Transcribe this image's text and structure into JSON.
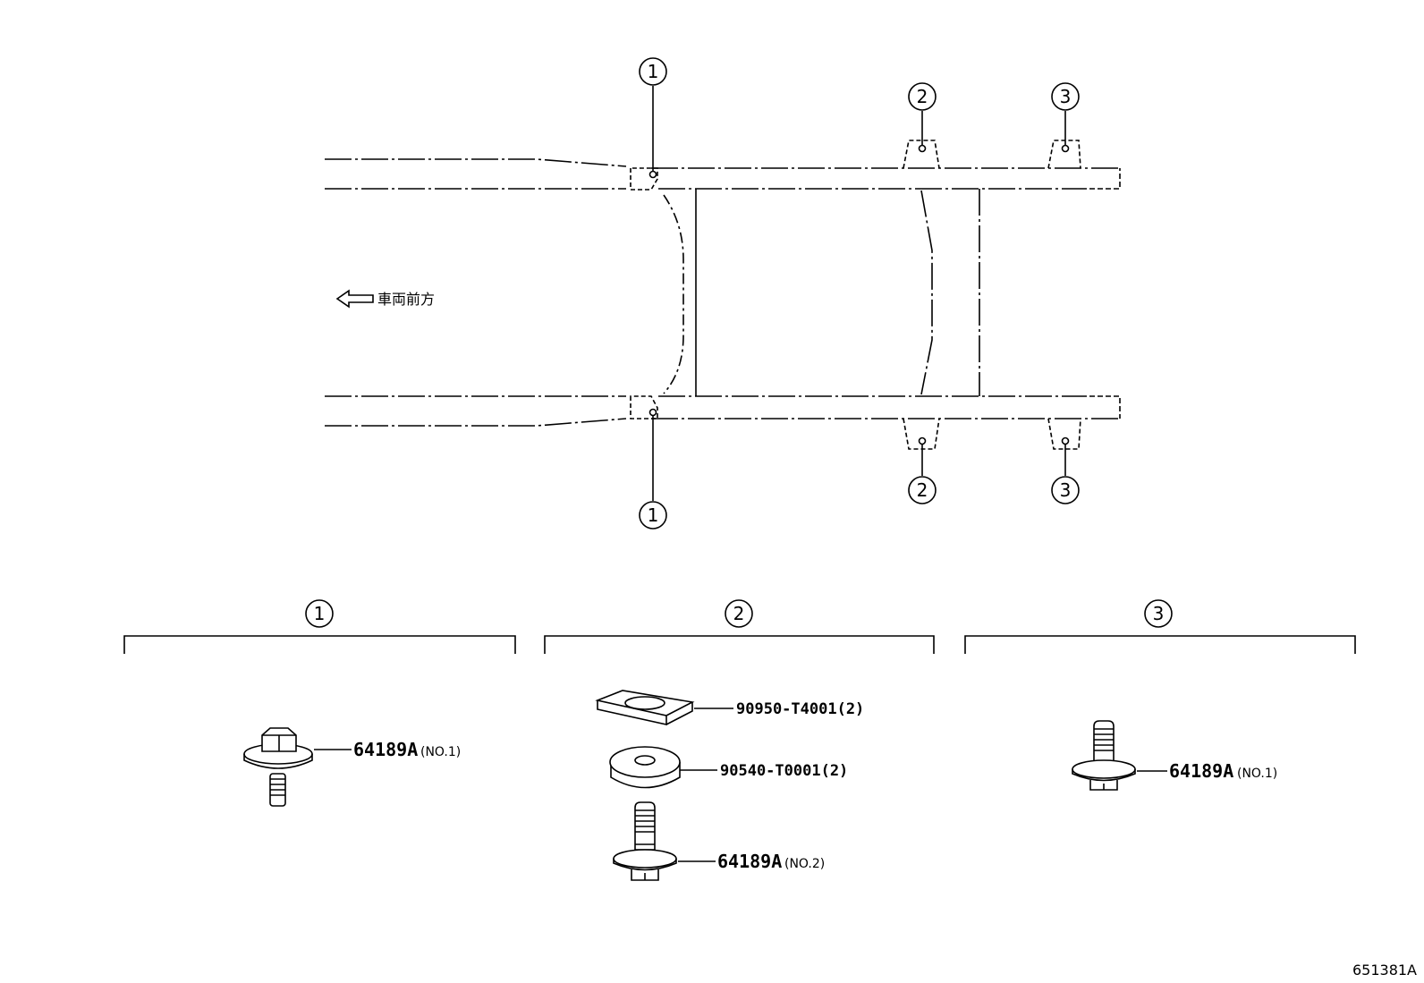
{
  "frame": {
    "direction_label": "車両前方",
    "callouts": {
      "one": "1",
      "two": "2",
      "three": "3"
    }
  },
  "groups": [
    {
      "id": "group-1",
      "header": "1",
      "parts": [
        {
          "part_no": "64189A",
          "note": "(NO.1)"
        }
      ]
    },
    {
      "id": "group-2",
      "header": "2",
      "parts": [
        {
          "part_no": "90950-T4001(2)",
          "note": ""
        },
        {
          "part_no": "90540-T0001(2)",
          "note": ""
        },
        {
          "part_no": "64189A",
          "note": "(NO.2)"
        }
      ]
    },
    {
      "id": "group-3",
      "header": "3",
      "parts": [
        {
          "part_no": "64189A",
          "note": "(NO.1)"
        }
      ]
    }
  ],
  "figure_number": "651381A",
  "colors": {
    "line": "#000000",
    "background": "#ffffff"
  }
}
